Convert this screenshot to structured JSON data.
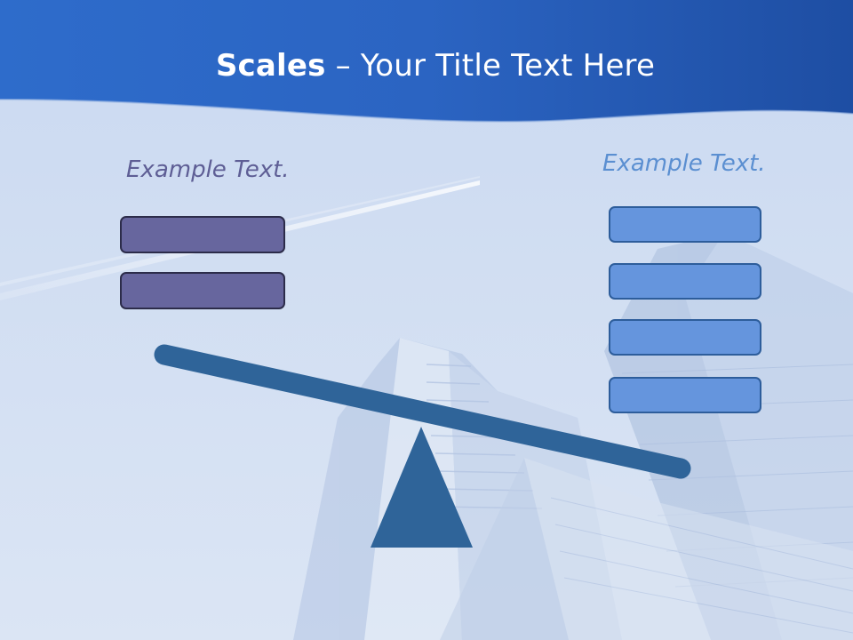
{
  "slide": {
    "title_bold": "Scales",
    "title_rest": " – Your Title Text Here",
    "left_label": "Example Text.",
    "right_label": "Example Text."
  },
  "left_pan": {
    "item_count": 2
  },
  "right_pan": {
    "item_count": 4
  },
  "colors": {
    "header": "#2e6fcd",
    "background": "#d3e0f3",
    "beam": "#2f6499",
    "left_boxes": "#67669e",
    "right_boxes": "#6595dd"
  }
}
